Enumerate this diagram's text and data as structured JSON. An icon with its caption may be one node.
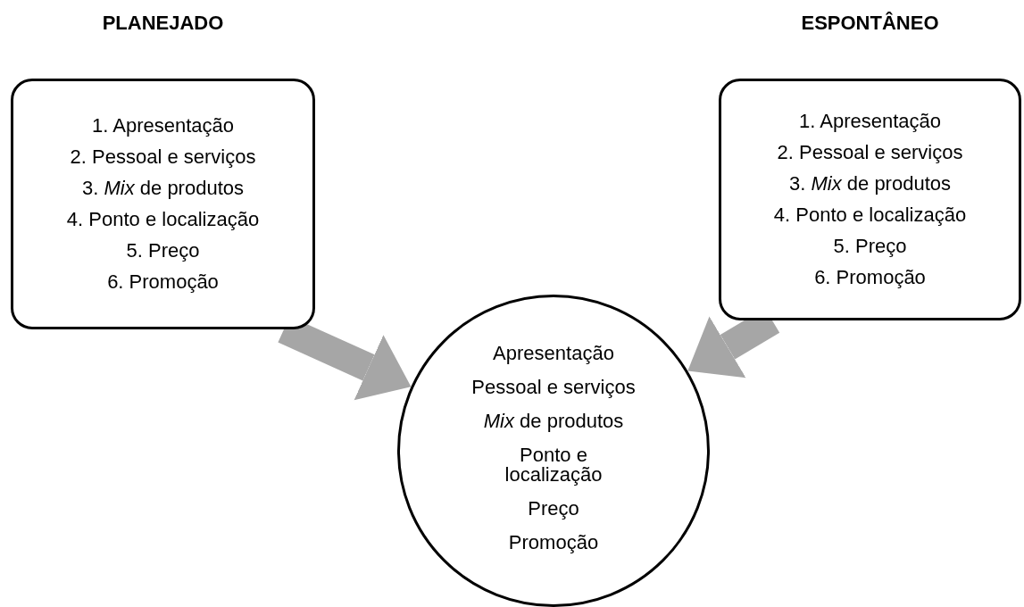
{
  "diagram": {
    "nodes": [
      {
        "text": [
          "PLANEJADO",
          "1. Apresentação",
          "2. Pessoal e serviços",
          "3. *Mix* de produtos",
          "4. Ponto e localização",
          "5. Preço",
          "6. Promoção"
        ]
      },
      {
        "text": [
          "ESPONTÂNEO",
          "1. Apresentação",
          "2. Pessoal e serviços",
          "3. *Mix* de produtos",
          "4. Ponto e localização",
          "5. Preço",
          "6. Promoção"
        ]
      },
      {
        "text": [
          "Apresentação",
          "Pessoal e serviços",
          "*Mix* de produtos",
          "Ponto e localização",
          "Preço",
          "Promoção"
        ]
      }
    ],
    "edges": [
      {
        "from": 0,
        "to": 2,
        "arrow": "to"
      },
      {
        "from": 1,
        "to": 2,
        "arrow": "to"
      }
    ]
  }
}
